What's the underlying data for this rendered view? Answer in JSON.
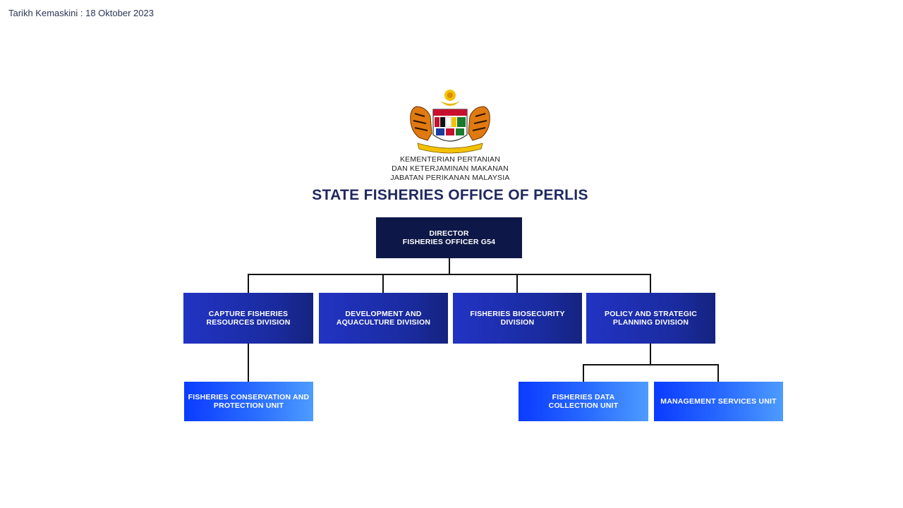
{
  "header": {
    "updated_text": "Tarikh Kemaskini : 18 Oktober 2023"
  },
  "logo": {
    "icon": "malaysia-coat-of-arms",
    "agency_line_1": "KEMENTERIAN PERTANIAN",
    "agency_line_2": "DAN KETERJAMINAN MAKANAN",
    "agency_line_3": "JABATAN PERIKANAN MALAYSIA"
  },
  "chart": {
    "title": "STATE FISHERIES OFFICE OF PERLIS",
    "director": {
      "line_1": "DIRECTOR",
      "line_2": "FISHERIES OFFICER G54"
    },
    "divisions": [
      {
        "line_1": "CAPTURE FISHERIES",
        "line_2": "RESOURCES DIVISION"
      },
      {
        "line_1": "DEVELOPMENT AND",
        "line_2": "AQUACULTURE DIVISION"
      },
      {
        "line_1": "FISHERIES BIOSECURITY",
        "line_2": "DIVISION"
      },
      {
        "line_1": "POLICY AND STRATEGIC",
        "line_2": "PLANNING DIVISION"
      }
    ],
    "units": [
      {
        "line_1": "FISHERIES CONSERVATION AND",
        "line_2": "PROTECTION UNIT",
        "parent": "CAPTURE FISHERIES RESOURCES DIVISION"
      },
      {
        "line_1": "FISHERIES DATA",
        "line_2": "COLLECTION UNIT",
        "parent": "POLICY AND STRATEGIC PLANNING DIVISION"
      },
      {
        "line_1": "MANAGEMENT SERVICES UNIT",
        "line_2": "",
        "parent": "POLICY AND STRATEGIC PLANNING DIVISION"
      }
    ]
  },
  "colors": {
    "title": "#20285e",
    "director_box": "#0e1848",
    "division_box": "#1f2fb3",
    "unit_box": "#1a5bff",
    "connector": "#111111"
  }
}
